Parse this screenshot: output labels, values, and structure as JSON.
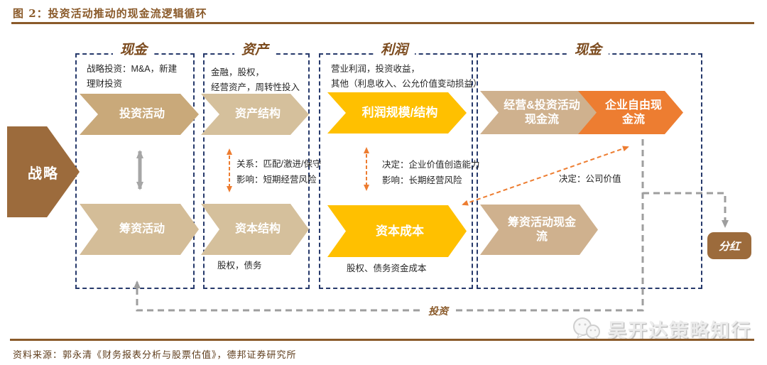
{
  "header": {
    "title": "图 2：投资活动推动的现金流逻辑循环"
  },
  "strategy": {
    "label": "战略"
  },
  "col1": {
    "label": "现金",
    "note1": "战略投资：M&A，新建",
    "note2": "理财投资",
    "arrow_top": "投资活动",
    "arrow_bottom": "筹资活动"
  },
  "col2": {
    "label": "资产",
    "note1": "金融，股权，",
    "note2": "经营资产，周转性投入",
    "arrow_top": "资产结构",
    "mid1": "关系：匹配/激进/保守",
    "mid2": "影响：短期经营风险",
    "arrow_bottom": "资本结构",
    "footer": "股权，债务"
  },
  "col3": {
    "label": "利润",
    "note1": "营业利润，投资收益，",
    "note2": "其他（利息收入、公允价值变动损益）",
    "arrow_top": "利润规模/结构",
    "mid1": "决定：企业价值创造能力",
    "mid2": "影响：长期经营风险",
    "arrow_bottom": "资本成本",
    "footer": "股权、债务资金成本"
  },
  "col4": {
    "label": "现金",
    "arrow_top_left": "经营&投资活动现金流",
    "arrow_top_right": "企业自由现金流",
    "mid_note": "决定：公司价值",
    "arrow_bottom": "筹资活动现金流"
  },
  "dividend": {
    "label": "分红"
  },
  "loop": {
    "label": "投资"
  },
  "watermark": {
    "text": "吴开达策略知行"
  },
  "footer": {
    "source": "资料来源：郭永清《财务报表分析与股票估值》，德邦证券研究所"
  },
  "colors": {
    "accent_brown": "#8a5a2a",
    "label_brown": "#7b4a1d",
    "strategy_brown": "#9c6b3c",
    "tan_dark": "#c9a97a",
    "tan_light": "#d5c09c",
    "tan_cashflow": "#cfb18e",
    "gold": "#ffc000",
    "orange": "#ed7d31",
    "navy_dashed": "#26396b",
    "gray_arrow": "#a6a6a6",
    "gray_dashed": "#9e9e9e"
  }
}
